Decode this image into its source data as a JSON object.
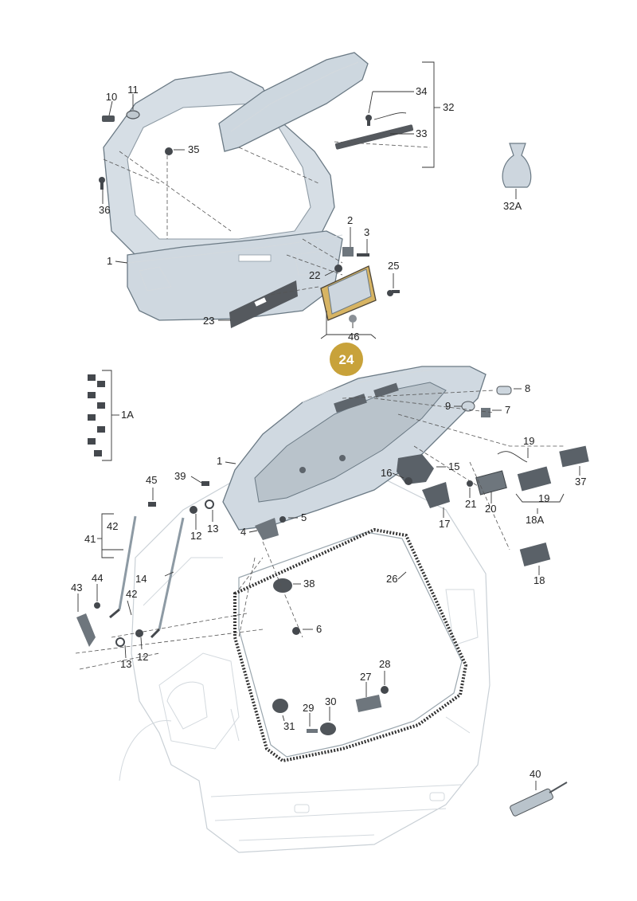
{
  "highlight": {
    "label": "24",
    "color": "#c8a23a"
  },
  "colors": {
    "body_fill": "#dde4ea",
    "part_fill": "#cdd6de",
    "dark_part": "#4a4f55",
    "label": "#222222"
  },
  "labels": {
    "l1a": "1",
    "l1b": "1",
    "l1A": "1A",
    "l2": "2",
    "l3": "3",
    "l4": "4",
    "l5": "5",
    "l6": "6",
    "l7": "7",
    "l8": "8",
    "l9": "9",
    "l10": "10",
    "l11": "11",
    "l12a": "12",
    "l12b": "12",
    "l13a": "13",
    "l13b": "13",
    "l14": "14",
    "l15": "15",
    "l16": "16",
    "l17": "17",
    "l18": "18",
    "l18A": "18A",
    "l19a": "19",
    "l19b": "19",
    "l20": "20",
    "l21": "21",
    "l22": "22",
    "l23": "23",
    "l25": "25",
    "l26": "26",
    "l27": "27",
    "l28": "28",
    "l29": "29",
    "l30": "30",
    "l31": "31",
    "l32": "32",
    "l32A": "32A",
    "l33": "33",
    "l34": "34",
    "l35": "35",
    "l36": "36",
    "l37": "37",
    "l38": "38",
    "l39": "39",
    "l40": "40",
    "l41": "41",
    "l42a": "42",
    "l42b": "42",
    "l43": "43",
    "l44": "44",
    "l45": "45",
    "l46": "46"
  }
}
